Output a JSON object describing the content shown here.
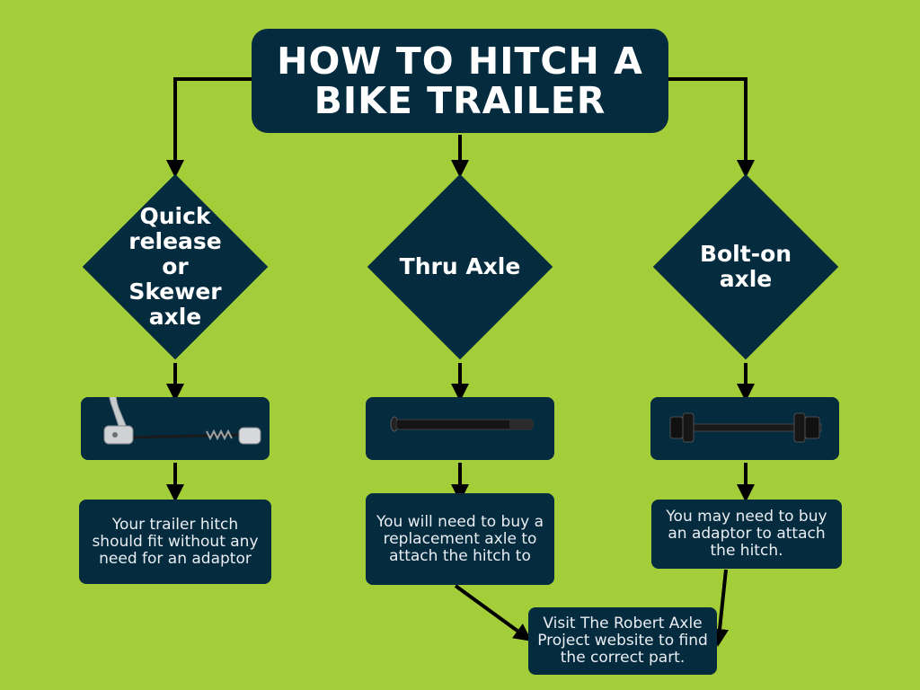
{
  "title": "HOW TO HITCH A BIKE TRAILER",
  "diamonds": [
    {
      "label": "Quick release or Skewer axle"
    },
    {
      "label": "Thru Axle"
    },
    {
      "label": "Bolt-on axle"
    }
  ],
  "axle_images": [
    {
      "icon": "quick-release-skewer-icon"
    },
    {
      "icon": "thru-axle-icon"
    },
    {
      "icon": "bolt-on-axle-icon"
    }
  ],
  "results": [
    {
      "text": "Your trailer hitch should fit without any need for an adaptor"
    },
    {
      "text": "You will need to buy a replacement axle to attach the hitch to"
    },
    {
      "text": "You may need to buy an adaptor to attach the hitch."
    }
  ],
  "final": {
    "text": "Visit The Robert Axle Project website to find the correct part."
  },
  "colors": {
    "background": "#a4ce39",
    "box": "#052b3f",
    "text": "#ffffff",
    "arrow": "#000000"
  }
}
